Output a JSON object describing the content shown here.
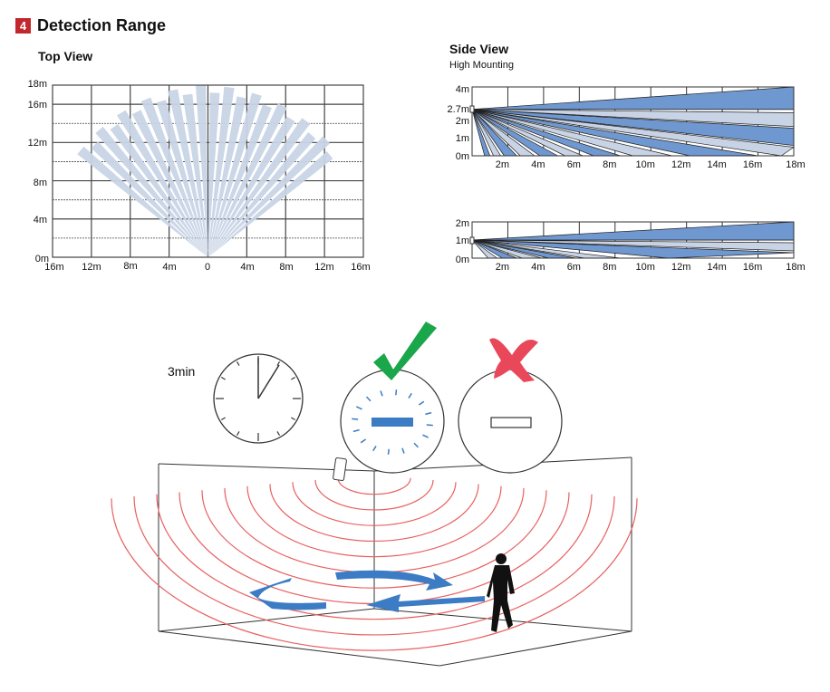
{
  "section_number": "4",
  "title": "Detection Range",
  "top_view": {
    "title": "Top View",
    "y_ticks": [
      "18m",
      "16m",
      "12m",
      "8m",
      "4m",
      "0m"
    ],
    "x_ticks": [
      "16m",
      "12m",
      "8m",
      "4m",
      "0",
      "4m",
      "8m",
      "12m",
      "16m"
    ]
  },
  "side_view": {
    "title": "Side View",
    "subtitle": "High Mounting",
    "chart1_y_ticks": [
      "4m",
      "2.7m",
      "2m",
      "1m",
      "0m"
    ],
    "chart2_y_ticks": [
      "2m",
      "1m",
      "0m"
    ],
    "x_ticks": [
      "2m",
      "4m",
      "6m",
      "8m",
      "10m",
      "12m",
      "14m",
      "16m",
      "18m"
    ]
  },
  "illustration": {
    "timer_label": "3min"
  },
  "colors": {
    "badge": "#c0282d",
    "beam_light": "#c8d4e6",
    "beam_dark": "#6f97d0",
    "check": "#1aa64a",
    "cross": "#e8485a",
    "wave": "#e86060",
    "arrow": "#3b7cc4"
  }
}
